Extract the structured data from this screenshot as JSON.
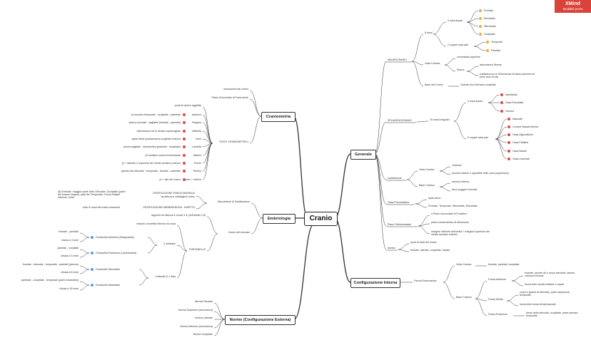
{
  "badge": {
    "brand": "XMind",
    "mode": "Modalità prova"
  },
  "colors": {
    "red": "#e0483d",
    "orange": "#f2a93b",
    "blue": "#4aa3df",
    "line": "#333333"
  },
  "root": "Cranio",
  "main": {
    "generale": "Generale",
    "configurazione": "Configurazione Interna",
    "norme": "Norme (Configurazione Esterna)",
    "craniometria": "Craniometria",
    "embriologia": "Embriologia"
  },
  "generale": {
    "neurocranio": "NEUROCRANIO",
    "otto_ossa": "8 ossa",
    "quattro_impari": "4 ossa impari",
    "frontale": "Frontale",
    "etmoidale": "Etmoidale",
    "sfenoidale": "Sfenoidale",
    "occipitale": "Occipitale",
    "due_coppie": "2 coppie ossa pari",
    "temporali": "Temporali",
    "parietali": "Parietali",
    "volta_cranica": "Volta Cranica",
    "convessita": "convessità superiore",
    "suture": "Suture",
    "articolazioni": "articolazioni fibrose",
    "sostituiscono": "sostituiscono le Sincondrosi di latina presenti nei primi anni di vita",
    "base_cranio": "Base del Cranio",
    "grande_foro": "Grande foro dell'osso occipitale",
    "splancnocranio": "SPLANCNOCRANIO",
    "quindici": "15 ossa irregolari",
    "tre_impari": "3 ossa impari",
    "mandibola": "Mandibola",
    "ossa_etmoidale": "Ossa Etmoidale",
    "vomere": "Vomere",
    "sei_coppie": "6 coppie ossa pari",
    "mascelle": "Mascelle",
    "conche": "Conche Nasali Inferiori",
    "zigomatiche": "Ossa Zigomatiche",
    "palatine": "Ossa Palatine",
    "nasali": "Ossa Nasali",
    "lacrimali": "Ossa Lacrimali",
    "suddivisione": "suddivisione",
    "volta_cranica2": "Volta Cranica",
    "esterna": "\"esterna\"",
    "porzioni": "porzioni estese e appiattite delle ossa (squamose)",
    "base_cranica": "Base Cranica",
    "sezione": "sezione interna",
    "dove_poggia": "dove poggia il cervello",
    "ossa_pneumatiche": "Ossa Pneumatiche",
    "spazi_aerei": "spazi aerei",
    "frontale_list": "Frontale, Temporale, Sfenoidale, Etmoidale",
    "piano_orbito": "Piano Orbitomeatale",
    "piano_orizzontale": "o Piano orizzontale di Frankfort",
    "piano_cranio": "piano craniometrico di riferimento",
    "margine": "margine inferiore dell'orbita + margine superiore del meato acustico esterno",
    "norme": "Norme",
    "punti_vista": "punti di vista del cranio",
    "frontale_lat": "frontale, laterale, occipitale, basale"
  },
  "configurazione": {
    "faccia": "Faccia Endocranica",
    "volta": "Volta Cranica",
    "volta_desc": "frontale, parietali, occipitale",
    "base": "Base Cranica",
    "anteriore": "Fossa Anteriore",
    "anteriore_a": "frontale, piccole ali e corpo sfenoide, lamina cribrosa etmoide",
    "anteriore_b": "forma tetto cavità orbitarie e nasali",
    "media": "Fossa Media",
    "media_a": "corpo e grandi ali sfenoide, parte squamosa temporale",
    "media_b": "forma tetto fossa infratemporale",
    "posteriore": "Fossa Posteriore",
    "posteriore_a": "dorso della sfenoide, occipitale, parte petrosa temporale"
  },
  "norme_list": [
    "Norma Facciale",
    "Norma Superiore (esocranica)",
    "Norma Laterale",
    "Norma Inferiore (esocranica)",
    "Norma Occipitale"
  ],
  "craniometria": {
    "misurazioni": "misurazioni del cranio",
    "piano": "Piano Orizzontale di Francoforte",
    "punti": "PUNTI CRANIOMETRICI",
    "punti_desc": "punti di repere oggettivi",
    "items": [
      {
        "desc": "pt incontro temporale - occipitale - parietale",
        "name": "Asterion"
      },
      {
        "desc": "sutura coronale - sagittale (frontale - parietali)",
        "name": "Bregma"
      },
      {
        "desc": "depressione tra le arcate sopraccigliari",
        "name": "Glabella"
      },
      {
        "desc": "apice della protuberanza occipitale esterna",
        "name": "Inion"
      },
      {
        "desc": "sutura sagittale - lambdoidea (parietali - occipitale)",
        "name": "Lambda"
      },
      {
        "desc": "pt mediano sutura frontonasale",
        "name": "Nasion"
      },
      {
        "desc": "pt + laterale e superiore del meato acustico esterno",
        "name": "Porion"
      },
      {
        "desc": "grande ala sfenoide - temporale - frontale - parietale",
        "name": "Pterion"
      },
      {
        "desc": "pt + alto del cranio",
        "name": "Vertex = Vertice"
      }
    ]
  },
  "embriologia": {
    "meccanismi": "Meccanismi di Ossificazione",
    "endocondrale": "OSSIFICAZIONE ENDOCONDRALE",
    "endocondrale_desc": "da abbozzo cartilagineo intino",
    "endocondrale_ossa": "(6) Etmoide, maggior parte dello Sfenoide, Occipitale (parte del forame magno), parti del Temporale, Conca Nasale Inferiore, Ioide",
    "membranosa": "OSSIFICAZIONE MEMBRANOSA - DIRETTA",
    "membranosa_desc": "tutte le ossa del cranio rimanenti",
    "neonato": "Cranio del neonato",
    "rapporto": "rapporto tra altezza e cranio 1:4 (nell'adulto 1:8)",
    "fontanelle": "FONTANELLE",
    "tessuto": "tessuto connettivo fibroso tra ossa",
    "mediane": "2 mediane",
    "laterali": "4 laterali (2 x lato)",
    "anteriore": "Fontanella Anteriore (Bregmatica)",
    "anteriore_a": "frontale - parietali",
    "anteriore_b": "chiusa a 3 anni",
    "posteriore": "Fontanella Posteriore (Lambdoidea)",
    "posteriore_a": "parietali - occipitali",
    "posteriore_b": "chiusa a 3 mesi",
    "sfenoidali": "Fontanelle Sfenoidali",
    "sfenoidali_a": "frontale - sfenoide - temporale - parietali (pterion)",
    "sfenoidali_b": "chiusa a 6 mesi",
    "mastoidee": "Fontanelle Mastoidee",
    "mastoidee_a": "parietale - occipitale - temporale (parte mastoidea)",
    "mastoidee_b": "chiusa a 18 mesi"
  }
}
